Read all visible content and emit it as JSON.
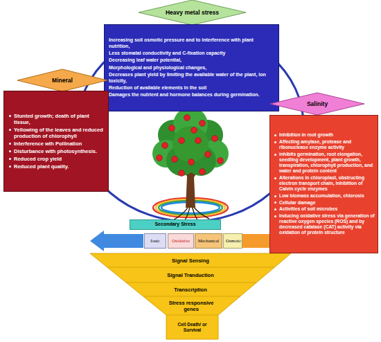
{
  "diagram": {
    "nodes": [
      {
        "text": [
          "Heavy metal stress"
        ]
      },
      {
        "text": [
          "Increasing soil osmotic pressure and to interference with plant nutrition,",
          "Less stomatal conductivity and C-fixation capacity",
          "Decreasing leaf water potential,",
          "Morphological and physiological changes,",
          "Decreases plant yield by limiting the available water of the plant, ion toxicity,",
          "Reduction of available elements in the soil",
          "Damages the nutrient and hormone balances during germination."
        ]
      },
      {
        "text": [
          "Mineral"
        ]
      },
      {
        "text": [
          "Stunted growth; death of plant tissue,",
          "Yellowing of the leaves and reduced production of chlorophyll",
          "Interference wth Pollination",
          "Disturbance with photosynthesis.",
          "Reduced crop yield",
          "Reduced plant quality."
        ]
      },
      {
        "text": [
          "Salinity"
        ]
      },
      {
        "text": [
          "Inhibition in root growth",
          "Affecting amylase, protease and ribonuclease enzyme activity",
          "inhibits germination, root elongation, seedling development, plant growth, transpiration, chlorophyll production, and water and protein content",
          "Alterations in chloroplast, obstructing electron transport chain, inhibition of Calvin cycle enzymes",
          "Low biomass accumulation, chlorosis",
          "Cellular damage",
          "Activities of soil microbes",
          "Inducing oxidative stress via generation of reactive oxygen species (ROS) and by decreased catalase (CAT) activity via oxidation of protein structure"
        ]
      },
      {
        "text": [
          "Secondary Stress"
        ]
      },
      {
        "text": [
          "Ionic"
        ]
      },
      {
        "text": [
          "Oxidative"
        ]
      },
      {
        "text": [
          "Mechanical"
        ]
      },
      {
        "text": [
          "Osmotic"
        ]
      },
      {
        "text": [
          "Signal Sensing"
        ]
      },
      {
        "text": [
          "Signal Tranduction"
        ]
      },
      {
        "text": [
          "Transcription"
        ]
      },
      {
        "text": [
          "Stress responsive genes"
        ]
      },
      {
        "text": [
          "Cell Death/ or Survival"
        ]
      }
    ]
  }
}
